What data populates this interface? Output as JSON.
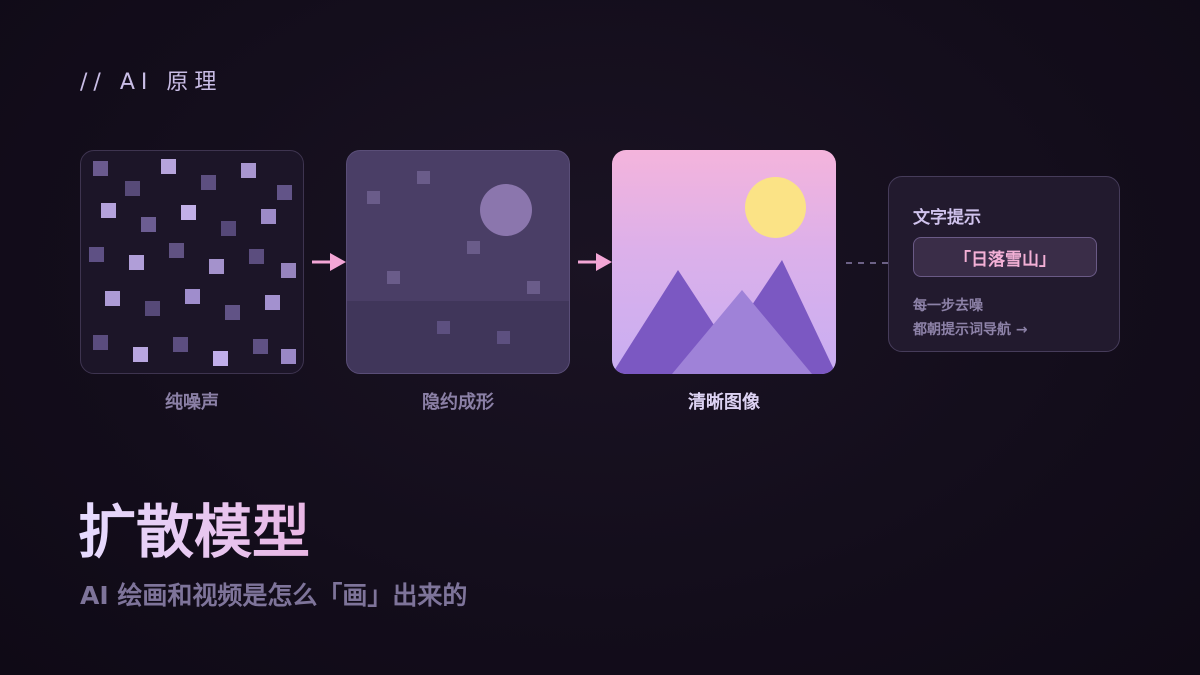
{
  "kicker": "// AI 原理",
  "stages": [
    {
      "label": "纯噪声"
    },
    {
      "label": "隐约成形"
    },
    {
      "label": "清晰图像"
    }
  ],
  "prompt_card": {
    "title": "文字提示",
    "prompt": "「日落雪山」",
    "note_line1": "每一步去噪",
    "note_line2": "都朝提示词导航 →"
  },
  "headline": "扩散模型",
  "subtitle": "AI 绘画和视频是怎么「画」出来的",
  "colors": {
    "background": "#130d1b",
    "accent_pink": "#f3a6d6",
    "accent_lavender": "#b9a6e6",
    "sun": "#fbe386",
    "mountain_dark": "#7b58c2",
    "mountain_light": "#9f82d8"
  }
}
